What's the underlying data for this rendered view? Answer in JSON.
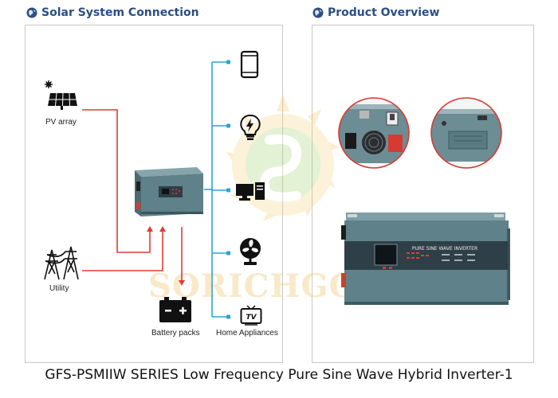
{
  "sections": {
    "left_title": "Solar System Connection",
    "right_title": "Product Overview"
  },
  "diagram": {
    "pv_label": "PV array",
    "utility_label": "Utility",
    "battery_label": "Battery packs",
    "appliances_label": "Home Appliances"
  },
  "product": {
    "panel_label": "PURE SINE WAVE INVERTER"
  },
  "watermark": {
    "text": "SORICHGOOD"
  },
  "caption": "GFS-PSMIIW SERIES Low Frequency Pure Sine Wave Hybrid Inverter-1",
  "colors": {
    "title": "#2a4f86",
    "wire_red": "#e23b35",
    "wire_blue": "#2aa3dc",
    "inverter_body": "#5f8189"
  }
}
